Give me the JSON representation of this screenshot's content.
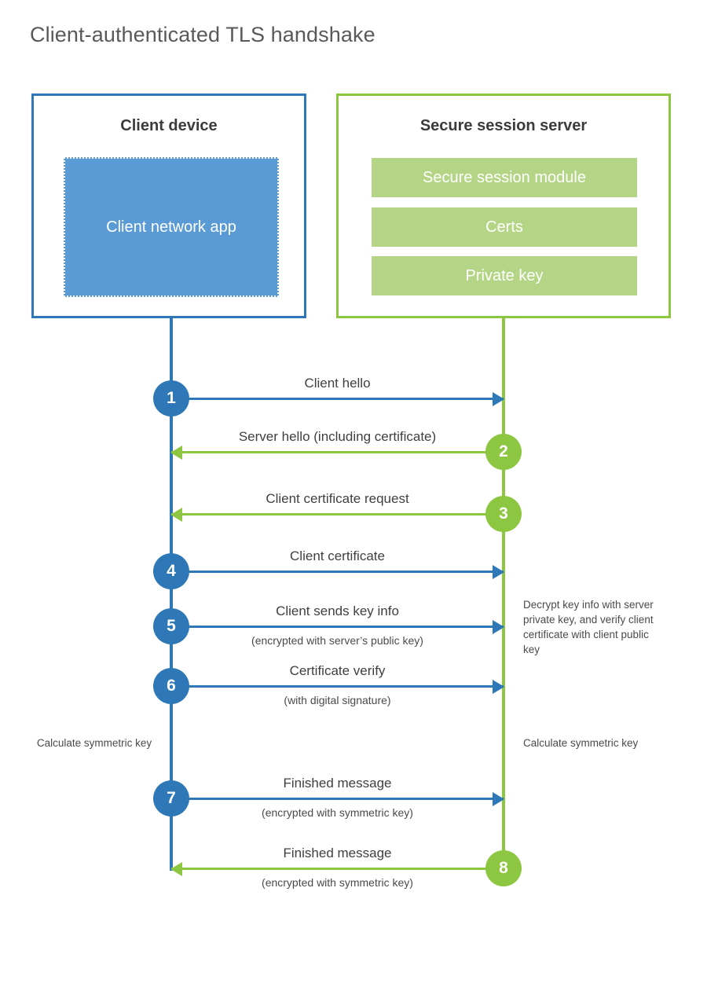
{
  "title": "Client-authenticated TLS handshake",
  "colors": {
    "client_blue": "#2e78b8",
    "client_app_fill": "#5b9bd5",
    "server_green": "#8dc640",
    "server_bar_fill": "#b3d585",
    "text": "#3f3f3f",
    "title_text": "#595959"
  },
  "client": {
    "title": "Client device",
    "app_label": "Client network app"
  },
  "server": {
    "title": "Secure session server",
    "modules": [
      {
        "label": "Secure session module"
      },
      {
        "label": "Certs"
      },
      {
        "label": "Private key"
      }
    ]
  },
  "messages": [
    {
      "number": "1",
      "label": "Client hello",
      "sublabel": "",
      "direction": "to-server",
      "origin": "client"
    },
    {
      "number": "2",
      "label": "Server hello (including certificate)",
      "sublabel": "",
      "direction": "to-client",
      "origin": "server"
    },
    {
      "number": "3",
      "label": "Client certificate request",
      "sublabel": "",
      "direction": "to-client",
      "origin": "server"
    },
    {
      "number": "4",
      "label": "Client certificate",
      "sublabel": "",
      "direction": "to-server",
      "origin": "client"
    },
    {
      "number": "5",
      "label": "Client sends key info",
      "sublabel": "(encrypted with server’s public key)",
      "direction": "to-server",
      "origin": "client"
    },
    {
      "number": "6",
      "label": "Certificate verify",
      "sublabel": "(with digital signature)",
      "direction": "to-server",
      "origin": "client"
    },
    {
      "number": "7",
      "label": "Finished message",
      "sublabel": "(encrypted with symmetric key)",
      "direction": "to-server",
      "origin": "client"
    },
    {
      "number": "8",
      "label": "Finished message",
      "sublabel": "(encrypted with symmetric key)",
      "direction": "to-client",
      "origin": "server"
    }
  ],
  "notes": {
    "server_decrypt": "Decrypt key info with server private key, and verify client certificate with client public key",
    "client_calculate": "Calculate symmetric key",
    "server_calculate": "Calculate symmetric key"
  }
}
